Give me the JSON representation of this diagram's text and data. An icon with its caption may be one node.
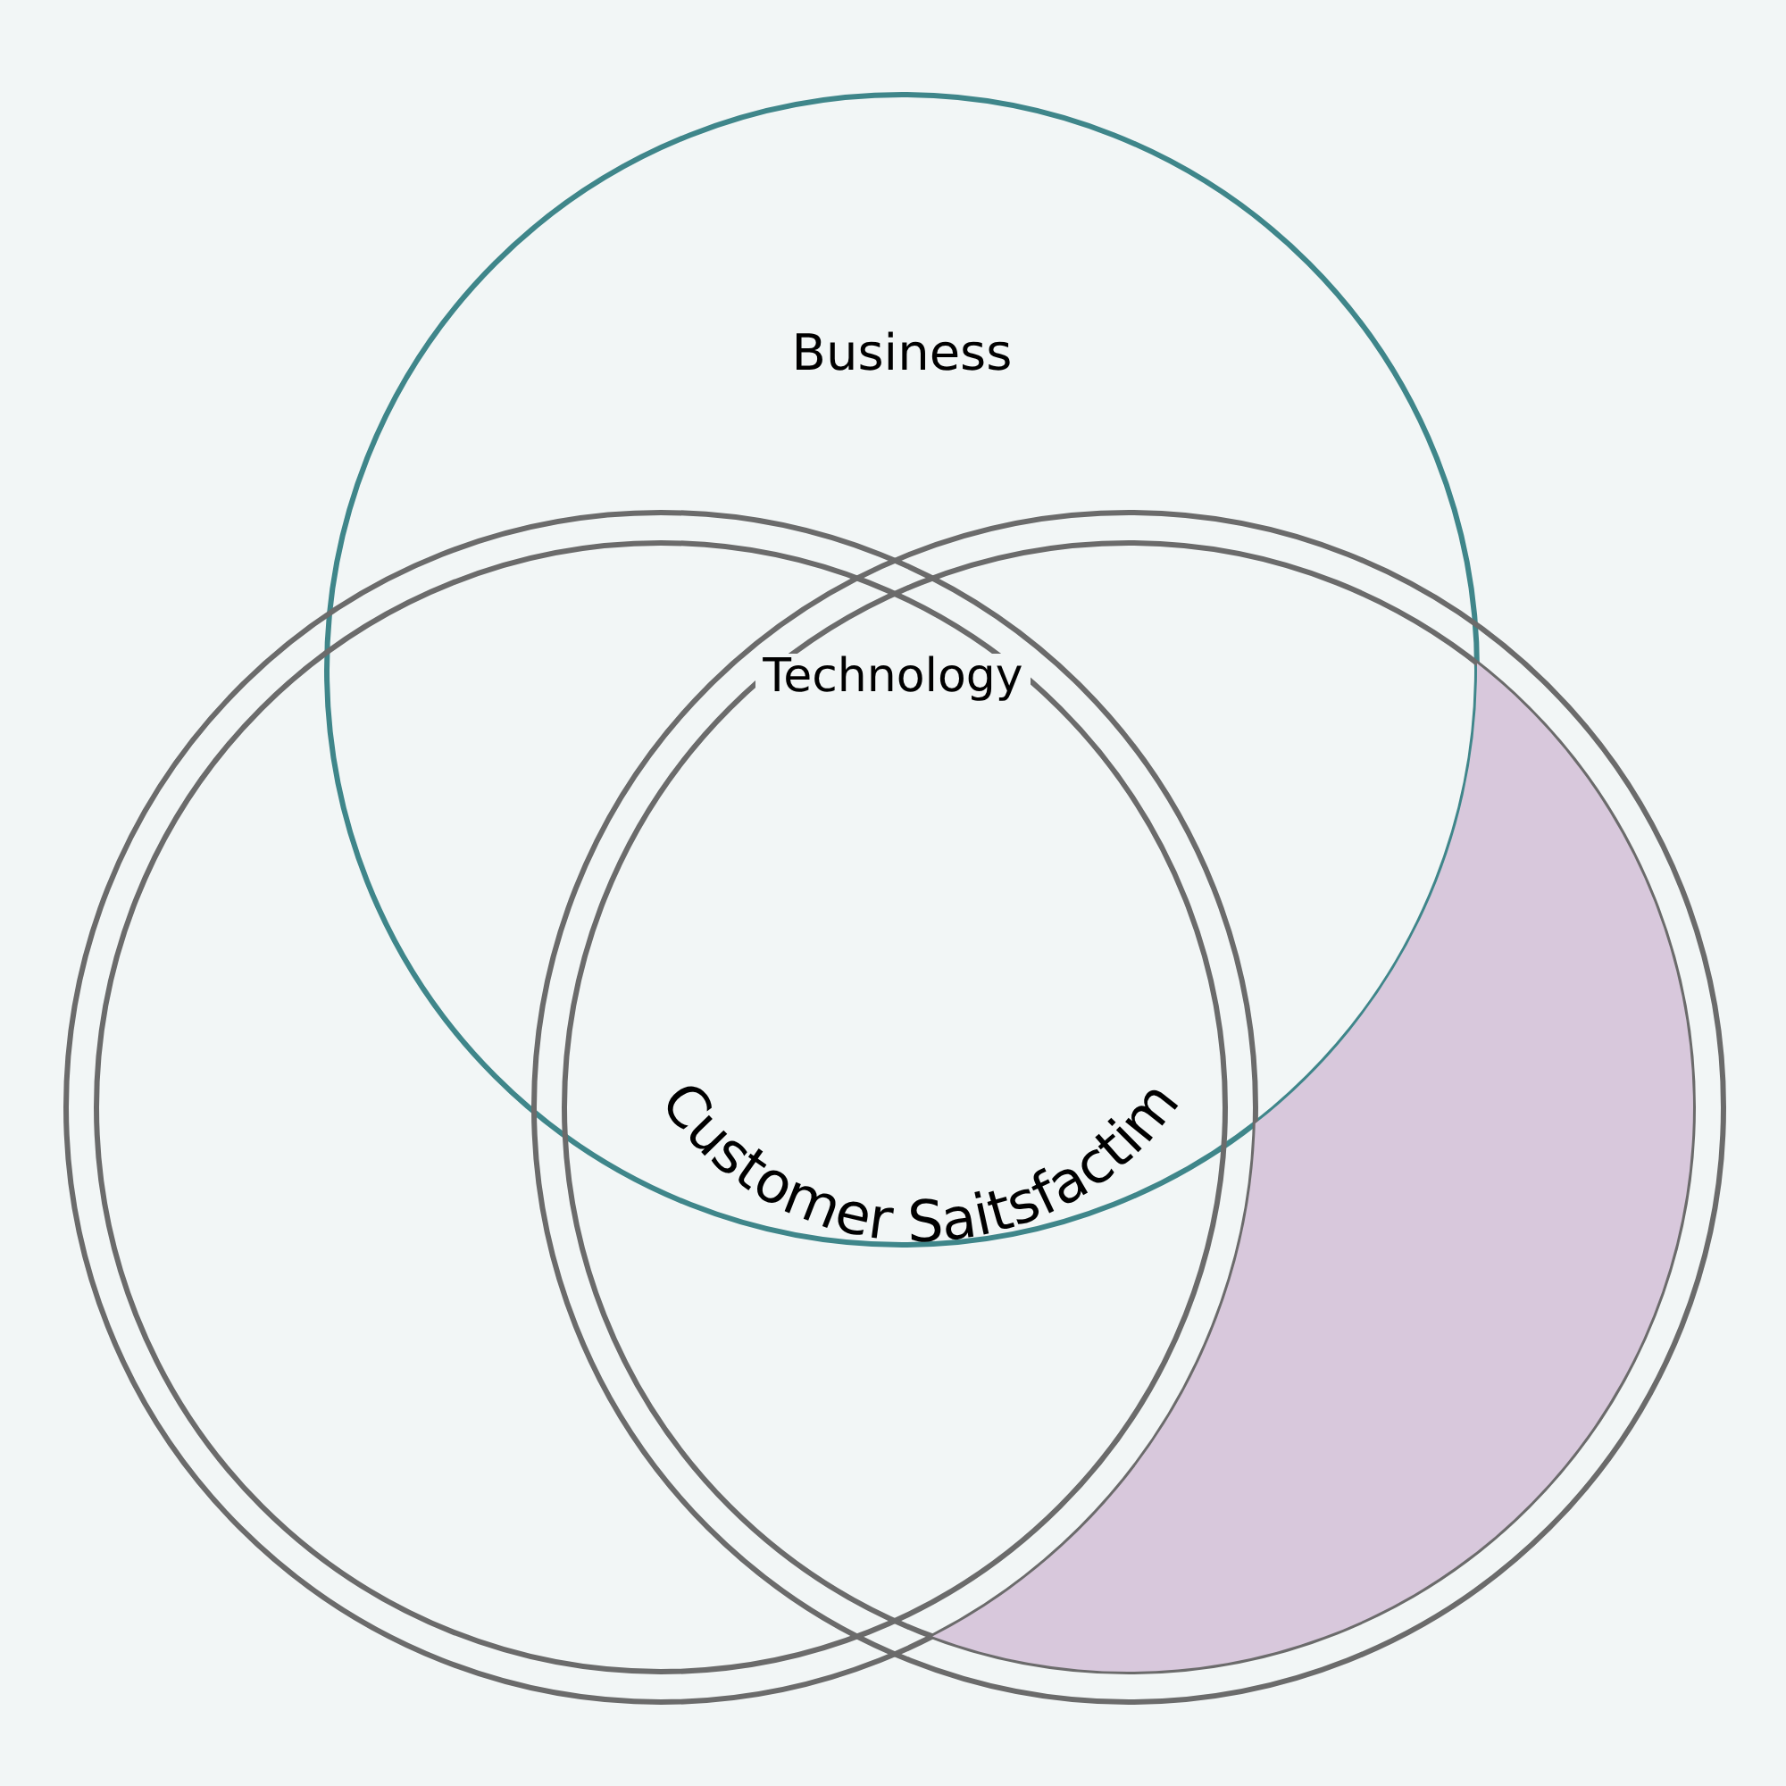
{
  "diagram": {
    "nodes": [
      {
        "text": [
          "Business"
        ]
      },
      {
        "text": [],
        "shape": "circle"
      },
      {
        "text": [],
        "shape": "circle"
      },
      {
        "text": [],
        "shape": "crescent",
        "in": 2
      }
    ],
    "labels": [
      "Technology",
      "Customer Saitsfactim"
    ]
  }
}
